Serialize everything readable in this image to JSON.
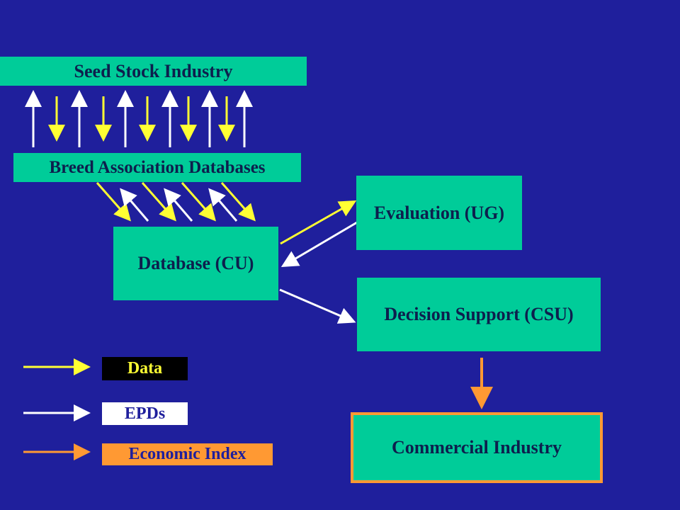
{
  "boxes": {
    "seed_stock": "Seed Stock Industry",
    "breed_assoc": "Breed Association Databases",
    "database": "Database (CU)",
    "evaluation": "Evaluation (UG)",
    "decision_support": "Decision Support (CSU)",
    "commercial": "Commercial Industry"
  },
  "legend": {
    "data": "Data",
    "epds": "EPDs",
    "economic_index": "Economic Index"
  },
  "colors": {
    "background": "#1f1f9c",
    "box_fill": "#00cc99",
    "data_arrow": "#ffff33",
    "epd_arrow": "#ffffff",
    "economic_arrow": "#ff9933"
  }
}
